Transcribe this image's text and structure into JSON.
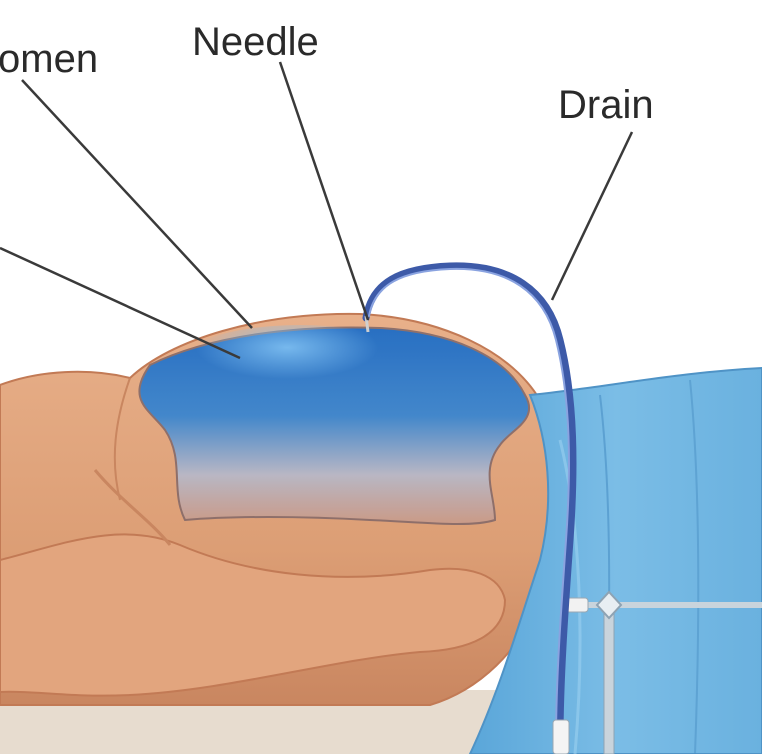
{
  "labels": {
    "abdomen": "omen",
    "needle": "Needle",
    "drain": "Drain"
  },
  "colors": {
    "skin": "#e0a57c",
    "skin_shadow": "#c98660",
    "fluid": "#1f6fc4",
    "sheet": "#6fb4e2",
    "tube": "#3d5aa8",
    "leader_line": "#3a3a3a"
  }
}
